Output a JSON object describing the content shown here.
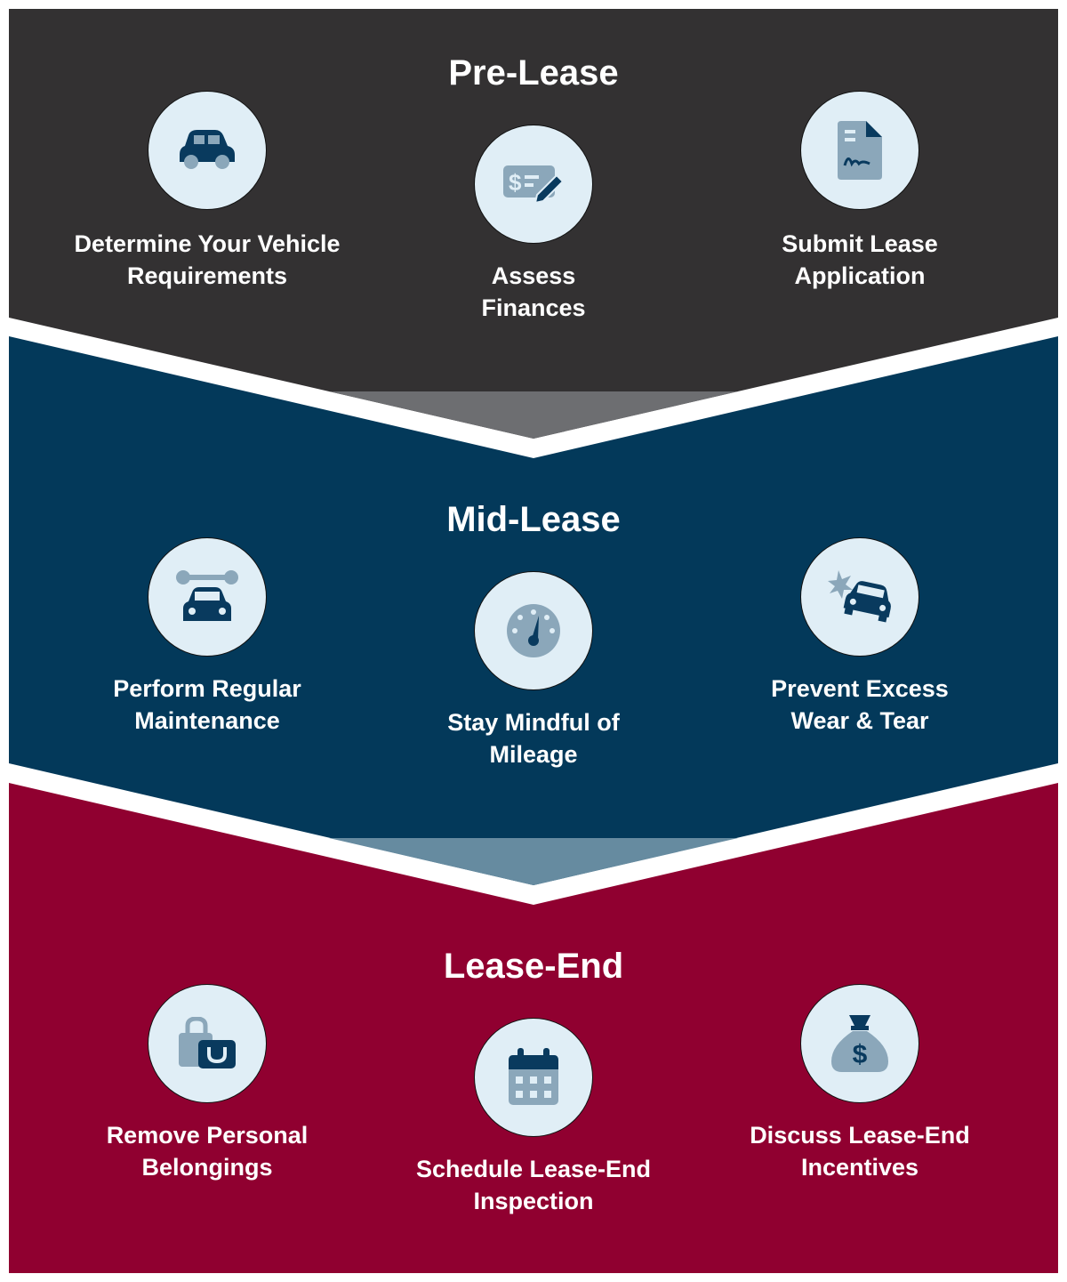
{
  "colors": {
    "pre": "#333132",
    "mid": "#03395a",
    "end": "#900030",
    "circle": "#e0eef6",
    "icon_light": "#8ba7ba",
    "icon_dark": "#093a5e"
  },
  "sections": [
    {
      "title": "Pre-Lease",
      "steps": [
        {
          "label": "Determine Your Vehicle Requirements",
          "icon": "car-icon"
        },
        {
          "label": "Assess Finances",
          "icon": "check-pen-icon"
        },
        {
          "label": "Submit Lease Application",
          "icon": "signed-document-icon"
        }
      ]
    },
    {
      "title": "Mid-Lease",
      "steps": [
        {
          "label": "Perform Regular Maintenance",
          "icon": "car-wrench-icon"
        },
        {
          "label": "Stay Mindful of Mileage",
          "icon": "speedometer-icon"
        },
        {
          "label": "Prevent Excess Wear & Tear",
          "icon": "car-crash-icon"
        }
      ]
    },
    {
      "title": "Lease-End",
      "steps": [
        {
          "label": "Remove Personal Belongings",
          "icon": "bags-icon"
        },
        {
          "label": "Schedule Lease-End Inspection",
          "icon": "calendar-icon"
        },
        {
          "label": "Discuss Lease-End Incentives",
          "icon": "money-bag-icon"
        }
      ]
    }
  ]
}
